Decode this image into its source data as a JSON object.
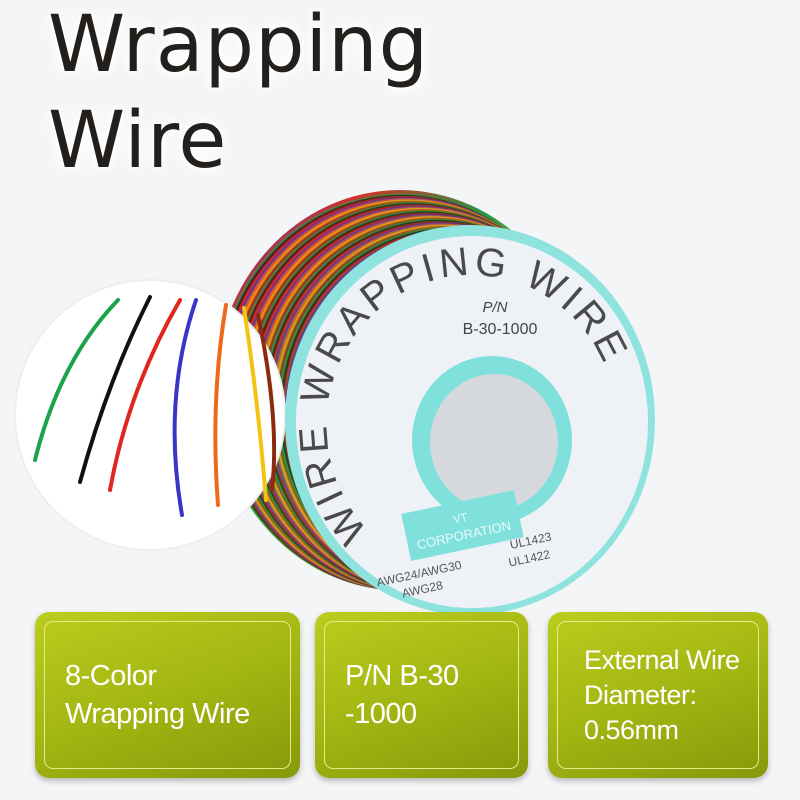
{
  "title": {
    "line1": "Wrapping",
    "line2": "Wire"
  },
  "spool_label": {
    "arc_text": "WIRE WRAPPING WIRE",
    "pn": "P/N",
    "part_number": "B-30-1000",
    "brand_line1": "VT",
    "brand_line2": "CORPORATION",
    "spec1_left": "AWG24/AWG30",
    "spec1_right": "UL1423",
    "spec2_left": "AWG28",
    "spec2_right": "UL1422"
  },
  "wire_colors": [
    "#1aa34a",
    "#111111",
    "#e0261f",
    "#3a35c8",
    "#ee6a1a",
    "#f1c40f",
    "#8a2a10"
  ],
  "features": [
    {
      "lines": [
        "8-Color",
        "Wrapping Wire"
      ]
    },
    {
      "lines": [
        "P/N B-30",
        "-1000"
      ]
    },
    {
      "lines": [
        "External Wire",
        "Diameter:",
        "0.56mm"
      ]
    }
  ],
  "colors": {
    "feature_box": "#a3b612",
    "label_accent": "#7fe0dc"
  }
}
